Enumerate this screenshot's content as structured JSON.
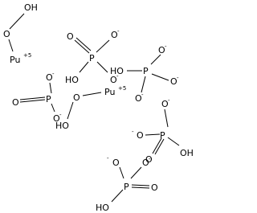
{
  "structure": {
    "hydroperoxy_1": {
      "oh": "OH",
      "o": "O"
    },
    "pu_1": {
      "symbol": "Pu",
      "charge": "+5"
    },
    "phosphate_1": {
      "o_top": "O",
      "charge_top": "-",
      "o_eq": "O",
      "p": "P",
      "o_right": "O",
      "charge_right": "-",
      "ho": "HO"
    },
    "phosphate_2": {
      "ho": "HO",
      "p": "P",
      "o_right": "O",
      "charge_right": "-",
      "o_top": "O",
      "charge_top": "-",
      "o_bottom": "O",
      "charge_bottom": "-"
    },
    "phosphate_3": {
      "o_top": "O",
      "charge_top": "-",
      "o_eq": "O",
      "p": "P",
      "o_bottom": "O",
      "charge_bottom": "-"
    },
    "hydroperoxy_2": {
      "o": "O",
      "ho": "HO"
    },
    "pu_2": {
      "symbol": "Pu",
      "charge": "+5"
    },
    "phosphate_4": {
      "o_top": "O",
      "charge_top": "-",
      "o_left": "O",
      "charge_left": "-",
      "p": "P",
      "oh": "OH",
      "o_bottom": "O"
    },
    "phosphate_5": {
      "o_top": "O",
      "charge_top": "-",
      "o_right": "O",
      "charge_right": "-",
      "p": "P",
      "o_eq": "O",
      "ho": "HO"
    }
  }
}
